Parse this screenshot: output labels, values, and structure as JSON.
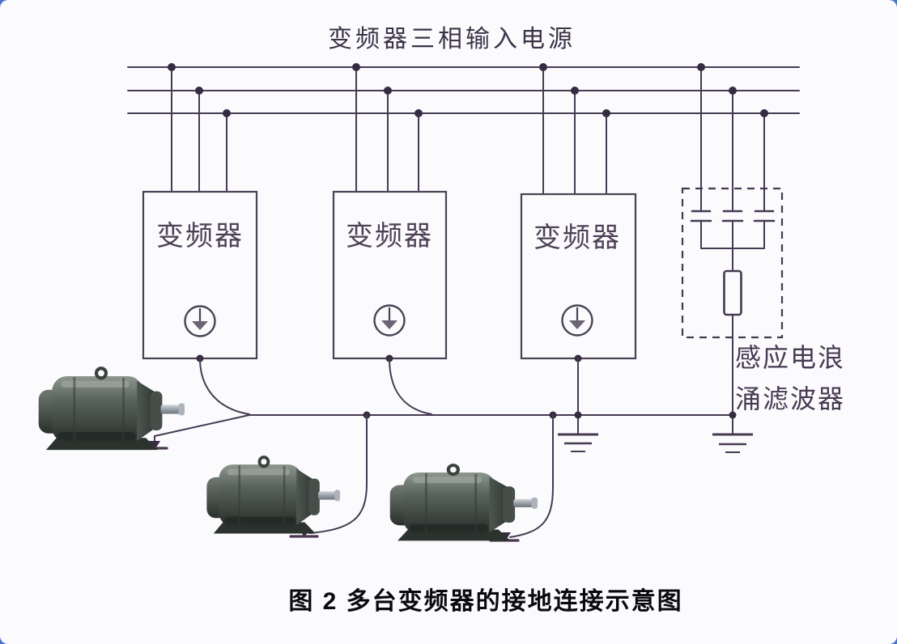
{
  "page": {
    "background_color": "#4f74cb",
    "card_color": "#fbfbfd"
  },
  "diagram": {
    "title": "变频器三相输入电源",
    "caption": "图 2 多台变频器的接地连接示意图",
    "inverters": [
      {
        "label": "变频器"
      },
      {
        "label": "变频器"
      },
      {
        "label": "变频器"
      }
    ],
    "surge_filter": {
      "label_line1": "感应电浪",
      "label_line2": "涌滤波器"
    },
    "colors": {
      "wire": "#453a52",
      "component_text": "#4e4156",
      "caption_text": "#0a0a0c",
      "motor_body": "#4b554f"
    }
  }
}
